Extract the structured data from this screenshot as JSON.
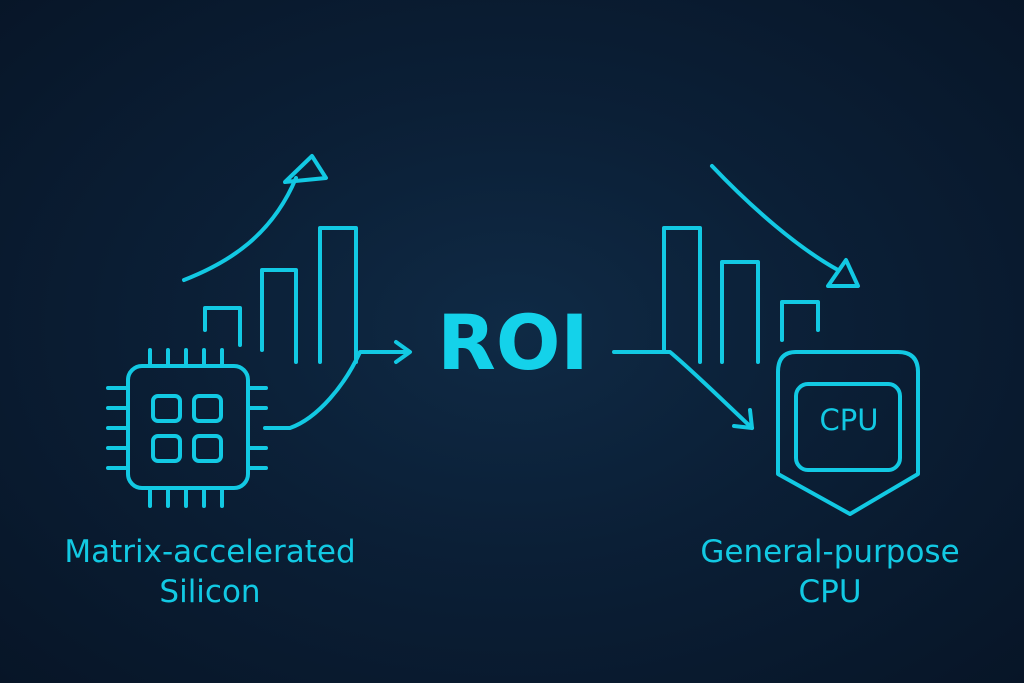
{
  "center_label": "ROI",
  "left": {
    "caption_line1": "Matrix-accelerated",
    "caption_line2": "Silicon"
  },
  "right": {
    "chip_text": "CPU",
    "caption_line1": "General-purpose",
    "caption_line2": "CPU"
  },
  "colors": {
    "accent": "#12c9e3",
    "background": "#0b1f36"
  },
  "icons": [
    "trend-up-arrow-icon",
    "bar-chart-icon",
    "processor-chip-icon",
    "trend-down-arrow-icon",
    "cpu-shield-icon"
  ]
}
